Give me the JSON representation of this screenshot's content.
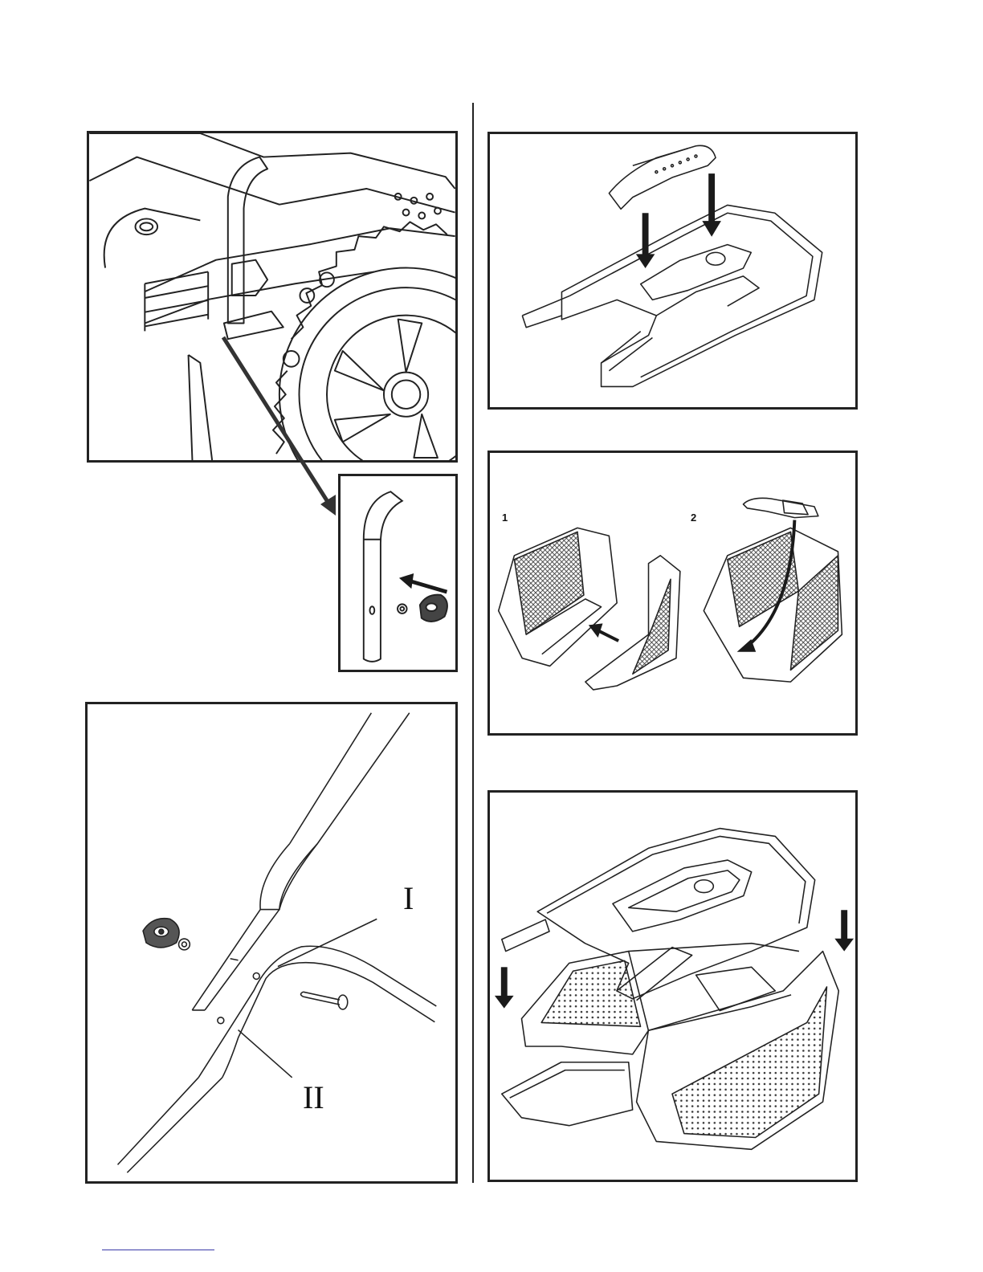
{
  "figure_labels": {
    "basket_step_1": "1",
    "basket_step_2": "2",
    "handle_hole_upper": "I",
    "handle_hole_lower": "II"
  },
  "colors": {
    "line": "#222222",
    "arrow": "#1a1a1a",
    "footer_rule": "#3a3aa8"
  }
}
